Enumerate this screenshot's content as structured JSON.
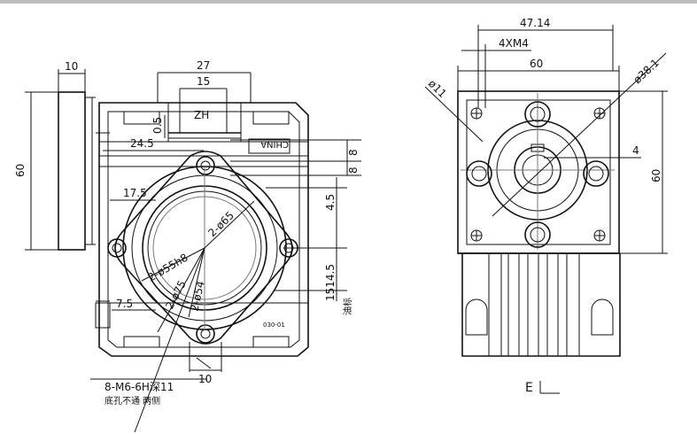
{
  "left_view": {
    "dims": {
      "d10_top": "10",
      "d60_side": "60",
      "d27": "27",
      "d15": "15",
      "zh": "ZH",
      "d0_5": "0.5",
      "d24_5": "24.5",
      "china": "CHINA",
      "d8a": "8",
      "d8b": "8",
      "d17_5": "17.5",
      "d4_5": "4.5",
      "phi65": "2-ø65",
      "phi55h8": "2-ø55h8",
      "phi75": "2-ø75",
      "phi54": "2-ø54",
      "d15_14_5": "1514.5",
      "d7_5": "7.5",
      "d10_bottom": "10",
      "model_code": "030-01",
      "vent_note": "油标"
    },
    "callout": {
      "thread": "8-M6-6H深11",
      "note": "底孔不通 两侧"
    }
  },
  "right_view": {
    "dims": {
      "d47_14": "47.14",
      "d4xm4": "4XM4",
      "d60_top": "60",
      "phi38_1": "ø38.1",
      "phi11": "ø11",
      "d4": "4",
      "d60_side": "60"
    },
    "view_label": "E"
  }
}
